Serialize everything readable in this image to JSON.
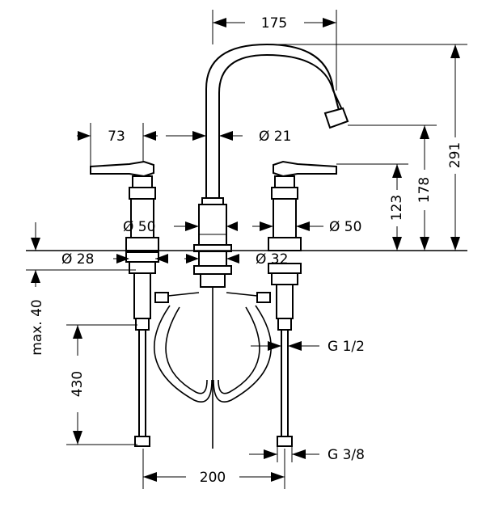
{
  "dimensions": {
    "spout_reach": "175",
    "spout_height": "291",
    "outlet_height": "178",
    "handle_height": "123",
    "handle_offset": "73",
    "spout_diameter": "Ø 21",
    "body_diameter_left": "Ø 50",
    "body_diameter_right": "Ø 50",
    "shank_diameter_left": "Ø 28",
    "shank_diameter_center": "Ø 32",
    "max_deck_thickness": "max. 40",
    "hose_length": "430",
    "centers_spacing": "200",
    "thread_inlet": "G 1/2",
    "thread_connection": "G 3/8"
  }
}
